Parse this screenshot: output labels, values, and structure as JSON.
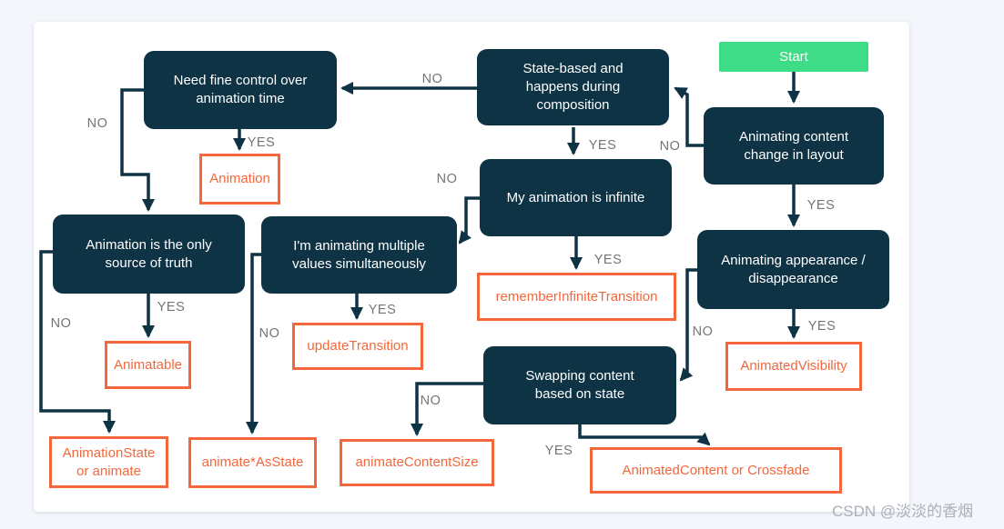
{
  "watermark": "CSDN @淡淡的香烟",
  "colors": {
    "node_dark": "#0e3345",
    "start_green": "#3edc86",
    "result_orange": "#f4673c",
    "edge_label_gray": "#757575",
    "panel_background": "#ffffff",
    "page_background": "#f3f6fa"
  },
  "nodes": {
    "start": "Start",
    "animating_content": "Animating content\nchange in layout",
    "state_based": "State-based and\nhappens during\ncomposition",
    "need_fine_control": "Need fine control over\nanimation time",
    "my_animation_infinite": "My animation is infinite",
    "animation_source_truth": "Animation is the only\nsource of truth",
    "animating_multiple": "I'm animating multiple\nvalues simultaneously",
    "animating_appearance": "Animating appearance /\ndisappearance",
    "swapping_content": "Swapping content\nbased on state"
  },
  "results": {
    "animation": "Animation",
    "animatable": "Animatable",
    "update_transition": "updateTransition",
    "remember_infinite_transition": "rememberInfiniteTransition",
    "animated_visibility": "AnimatedVisibility",
    "animation_state": "AnimationState\nor animate",
    "animate_as_state": "animate*AsState",
    "animate_content_size": "animateContentSize",
    "animated_content": "AnimatedContent or Crossfade"
  },
  "edge_labels": {
    "layout_no": "NO",
    "layout_yes": "YES",
    "state_based_no": "NO",
    "state_based_yes": "YES",
    "need_fine_yes": "YES",
    "need_fine_no": "NO",
    "source_truth_yes": "YES",
    "source_truth_no": "NO",
    "multiple_yes": "YES",
    "multiple_no": "NO",
    "infinite_no": "NO",
    "infinite_yes": "YES",
    "appearance_yes": "YES",
    "appearance_no": "NO",
    "swapping_no": "NO",
    "swapping_yes": "YES"
  }
}
